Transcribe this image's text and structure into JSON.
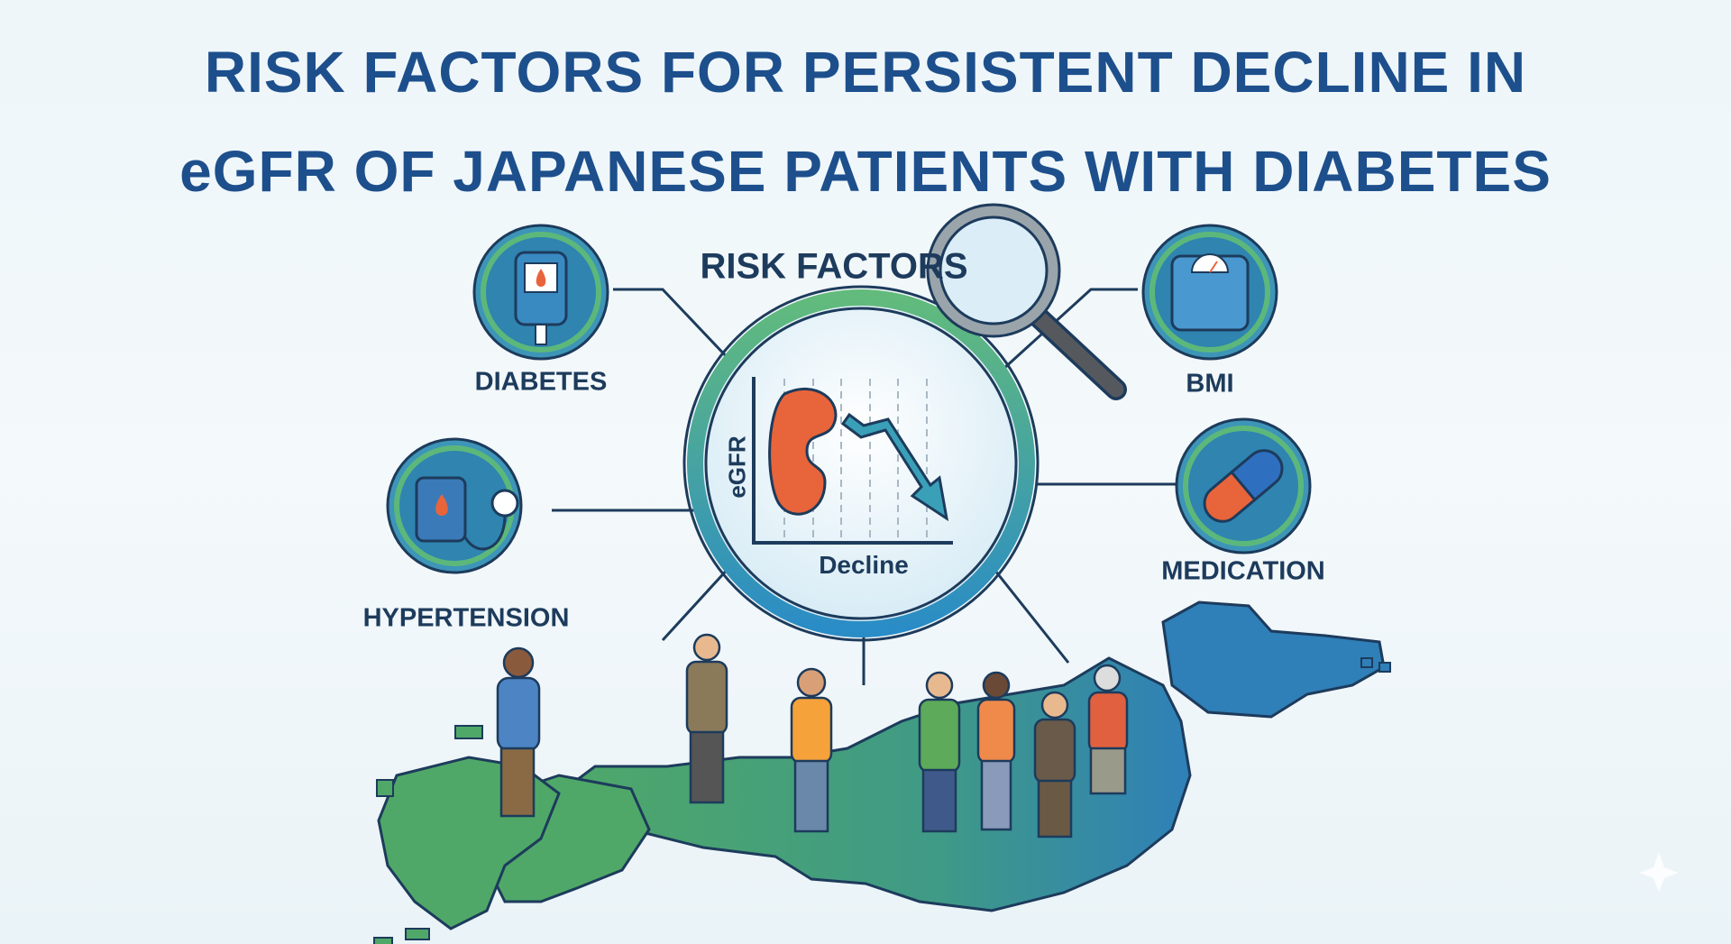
{
  "title": {
    "line1": "RISK FACTORS FOR PERSISTENT DECLINE IN",
    "line2": "eGFR OF JAPANESE PATIENTS WITH DIABETES"
  },
  "center": {
    "heading": "RISK FACTORS",
    "y_axis_label": "eGFR",
    "x_axis_label": "Decline"
  },
  "factors": [
    {
      "label": "DIABETES",
      "icon": "glucose-meter-icon"
    },
    {
      "label": "BMI",
      "icon": "scale-icon"
    },
    {
      "label": "HYPERTENSION",
      "icon": "blood-pressure-cuff-icon"
    },
    {
      "label": "MEDICATION",
      "icon": "pill-capsule-icon"
    }
  ],
  "colors": {
    "title": "#1d4f8c",
    "ring_green": "#5cb87a",
    "ring_blue": "#2d8fc4",
    "kidney": "#e8643a",
    "map_green": "#4fa66a",
    "map_blue": "#2f7fb8"
  }
}
